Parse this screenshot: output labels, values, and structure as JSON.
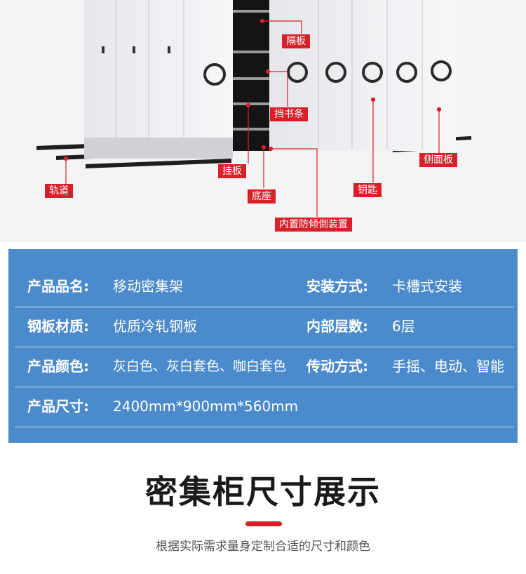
{
  "diagram": {
    "callouts": {
      "shelf": "隔板",
      "book_stop": "挡书条",
      "hanging_plate": "挂板",
      "track": "轨道",
      "base": "底座",
      "key": "钥匙",
      "side_panel": "侧面板",
      "anti_tip": "内置防倾倒装置"
    }
  },
  "specs": {
    "name_label": "产品品名:",
    "name_value": "移动密集架",
    "install_label": "安装方式:",
    "install_value": "卡槽式安装",
    "material_label": "钢板材质:",
    "material_value": "优质冷轧钢板",
    "layers_label": "内部层数:",
    "layers_value": "6层",
    "color_label": "产品颜色:",
    "color_value": "灰白色、灰白套色、咖白套色",
    "drive_label": "传动方式:",
    "drive_value": "手摇、电动、智能",
    "size_label": "产品尺寸:",
    "size_value": "2400mm*900mm*560mm"
  },
  "section": {
    "title": "密集柜尺寸展示",
    "subtitle": "根据实际需求量身定制合适的尺寸和颜色"
  },
  "colors": {
    "accent_red": "#d7202a",
    "panel_blue": "#4b8bcb"
  }
}
